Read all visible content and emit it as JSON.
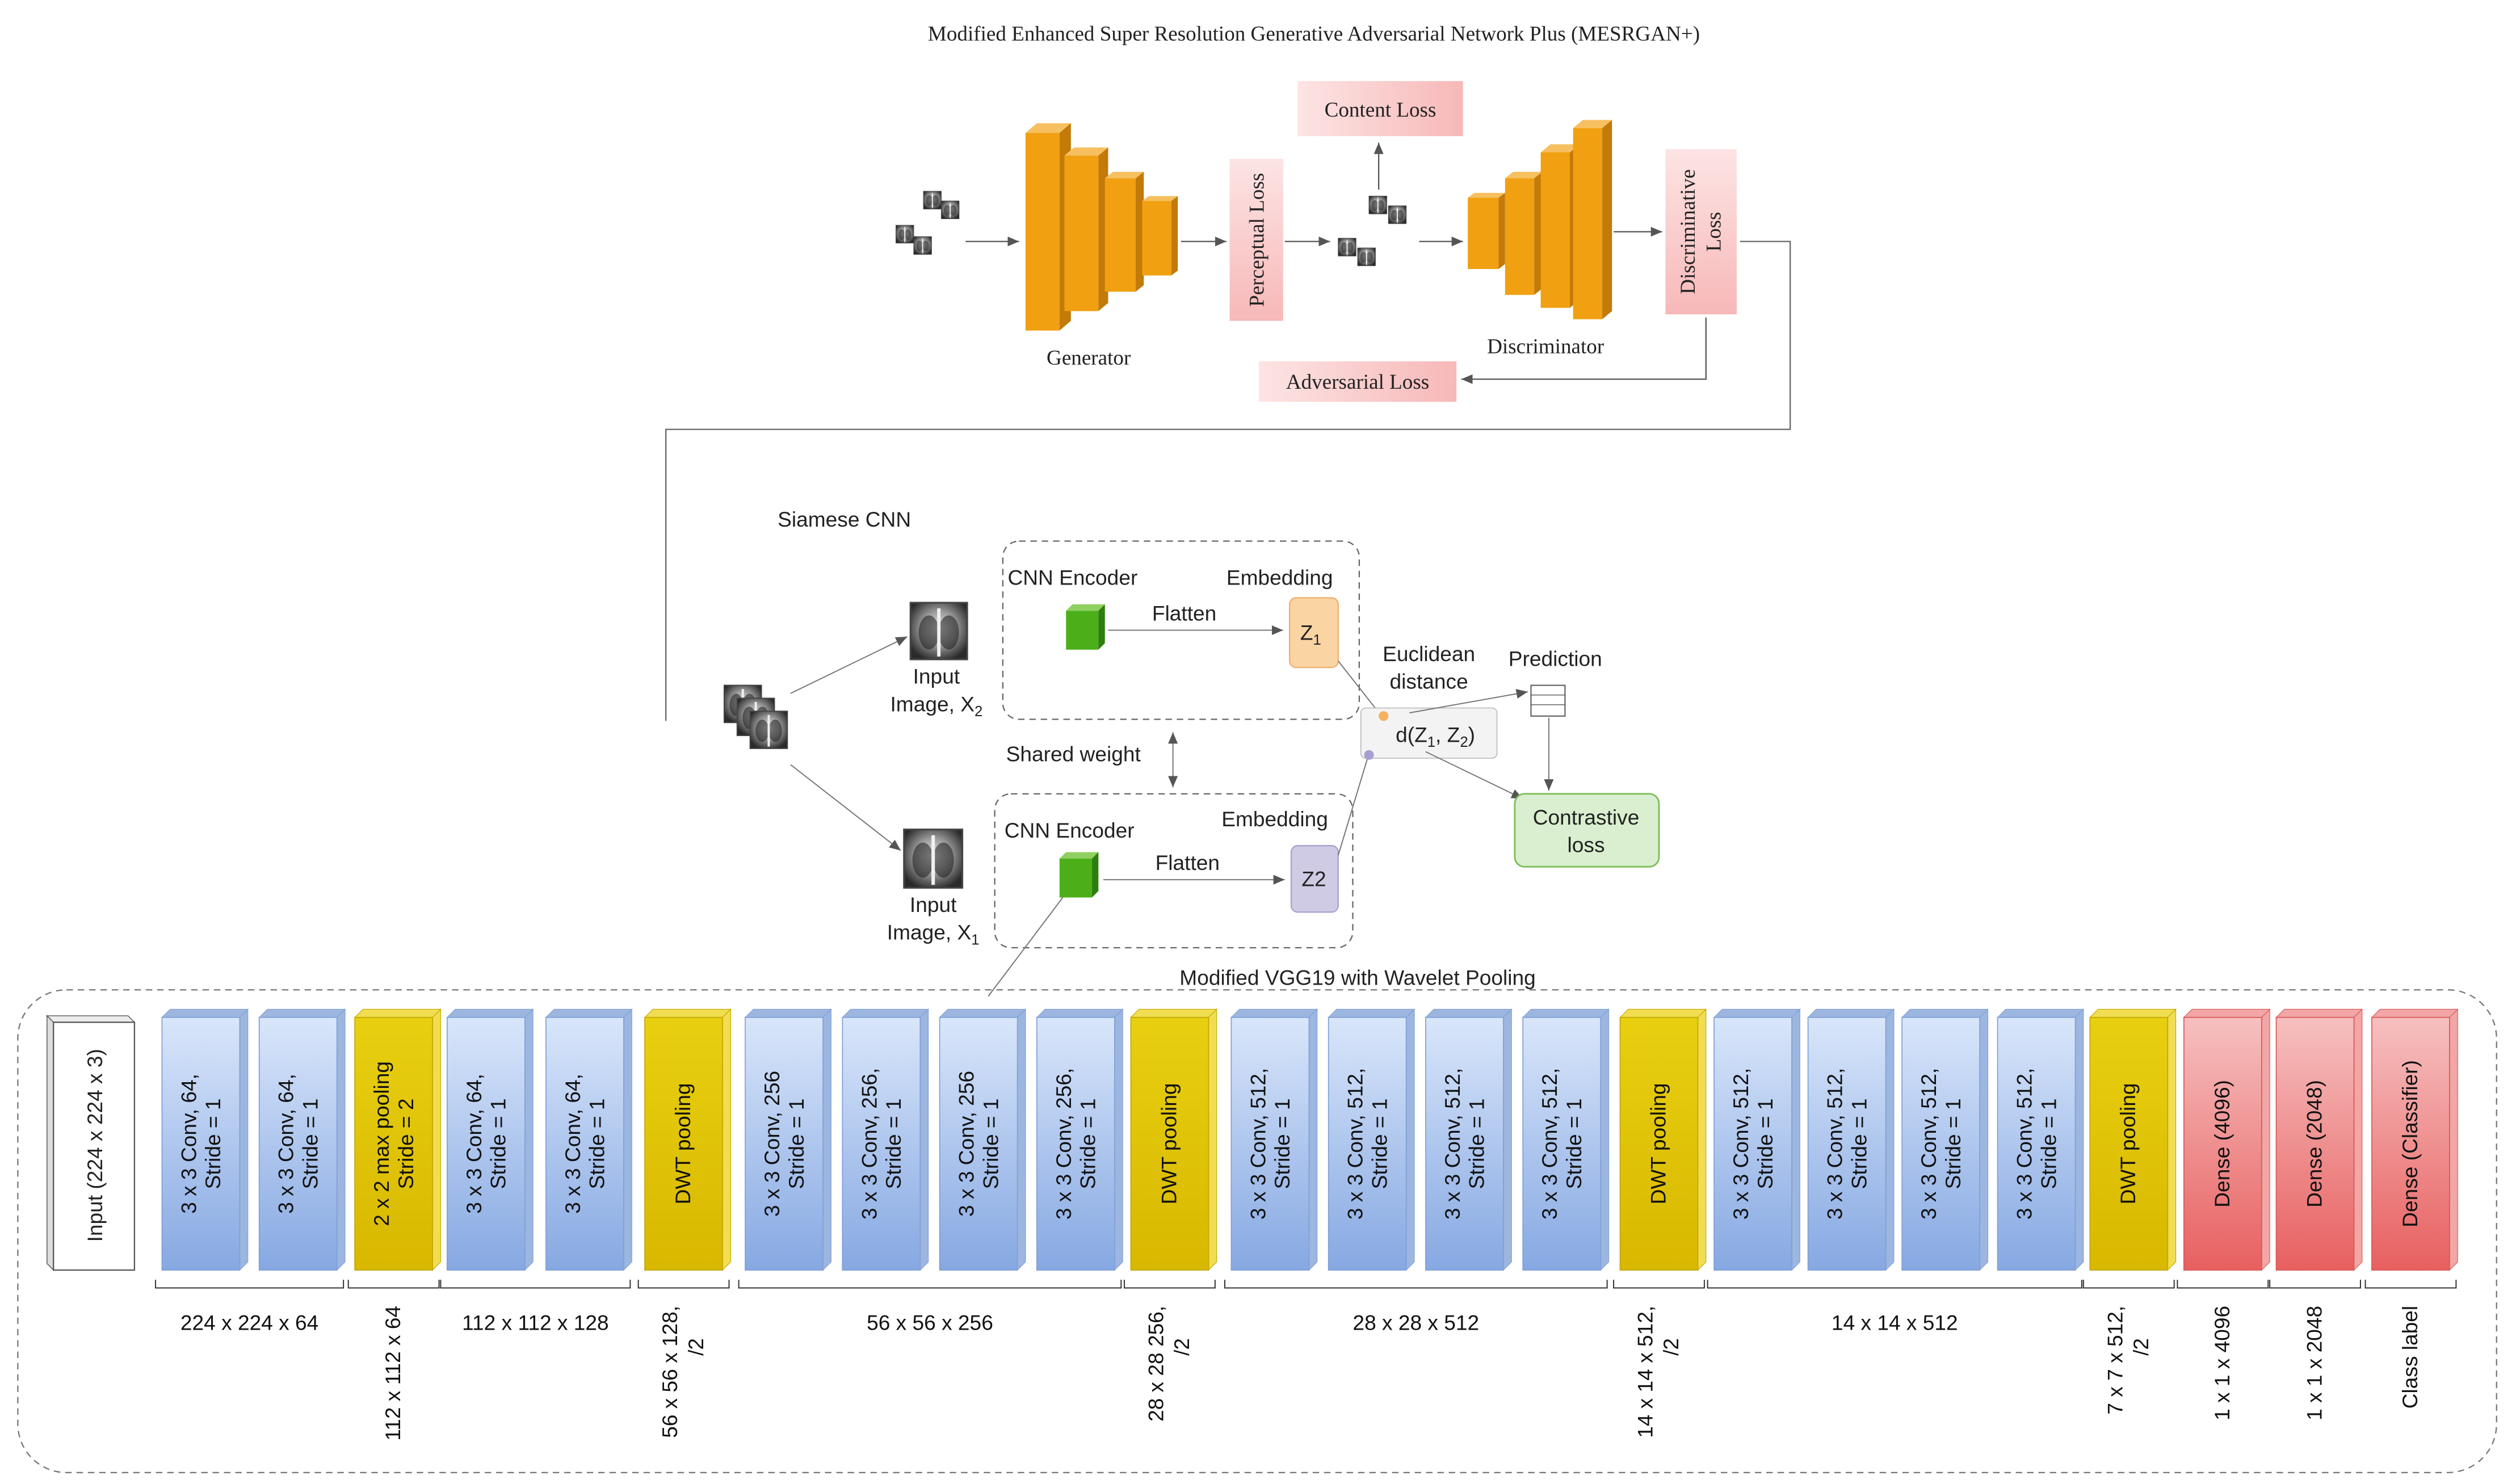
{
  "title": "Modified Enhanced Super Resolution Generative Adversarial Network Plus (MESRGAN+)",
  "gan": {
    "generator_label": "Generator",
    "discriminator_label": "Discriminator",
    "perceptual_loss": "Perceptual Loss",
    "content_loss": "Content Loss",
    "discriminative_loss_line1": "Discriminative",
    "discriminative_loss_line2": "Loss",
    "adversarial_loss": "Adversarial Loss"
  },
  "siamese": {
    "title": "Siamese CNN",
    "cnn_encoder_top": "CNN Encoder",
    "cnn_encoder_bottom": "CNN Encoder",
    "embedding_top": "Embedding",
    "embedding_bottom": "Embedding",
    "flatten_top": "Flatten",
    "flatten_bottom": "Flatten",
    "z1_base": "Z",
    "z1_sub": "1",
    "z2": "Z2",
    "input_x2_line1": "Input",
    "input_x2_line2": "Image, X",
    "input_x2_sub": "2",
    "input_x1_line1": "Input",
    "input_x1_line2": "Image, X",
    "input_x1_sub": "1",
    "shared_weight": "Shared weight",
    "euclidean_line1": "Euclidean",
    "euclidean_line2": "distance",
    "distance_d": "d(Z",
    "distance_sub1": "1",
    "distance_mid": ", Z",
    "distance_sub2": "2",
    "distance_end": ")",
    "prediction": "Prediction",
    "contrastive_line1": "Contrastive",
    "contrastive_line2": "loss"
  },
  "vgg": {
    "title": "Modified VGG19 with Wavelet Pooling",
    "input_block": "Input (224 x 224 x 3)",
    "blocks": [
      {
        "type": "conv",
        "l1": "3 x 3 Conv, 64,",
        "l2": "Stride = 1"
      },
      {
        "type": "conv",
        "l1": "3 x 3 Conv, 64,",
        "l2": "Stride = 1"
      },
      {
        "type": "pool",
        "l1": "2 x 2 max pooling",
        "l2": "Stride = 2"
      },
      {
        "type": "conv",
        "l1": "3 x 3 Conv, 64,",
        "l2": "Stride = 1"
      },
      {
        "type": "conv",
        "l1": "3 x 3 Conv, 64,",
        "l2": "Stride = 1"
      },
      {
        "type": "pool",
        "l1": "DWT pooling",
        "l2": ""
      },
      {
        "type": "conv",
        "l1": "3 x 3 Conv, 256",
        "l2": "Stride = 1"
      },
      {
        "type": "conv",
        "l1": "3 x 3 Conv, 256,",
        "l2": "Stride = 1"
      },
      {
        "type": "conv",
        "l1": "3 x 3 Conv, 256",
        "l2": "Stride = 1"
      },
      {
        "type": "conv",
        "l1": "3 x 3 Conv, 256,",
        "l2": "Stride = 1"
      },
      {
        "type": "pool",
        "l1": "DWT pooling",
        "l2": ""
      },
      {
        "type": "conv",
        "l1": "3 x 3 Conv, 512,",
        "l2": "Stride = 1"
      },
      {
        "type": "conv",
        "l1": "3 x 3 Conv, 512,",
        "l2": "Stride = 1"
      },
      {
        "type": "conv",
        "l1": "3 x 3 Conv, 512,",
        "l2": "Stride = 1"
      },
      {
        "type": "conv",
        "l1": "3 x 3 Conv, 512,",
        "l2": "Stride = 1"
      },
      {
        "type": "pool",
        "l1": "DWT pooling",
        "l2": ""
      },
      {
        "type": "conv",
        "l1": "3 x 3 Conv, 512,",
        "l2": "Stride = 1"
      },
      {
        "type": "conv",
        "l1": "3 x 3 Conv, 512,",
        "l2": "Stride = 1"
      },
      {
        "type": "conv",
        "l1": "3 x 3 Conv, 512,",
        "l2": "Stride = 1"
      },
      {
        "type": "conv",
        "l1": "3 x 3 Conv, 512,",
        "l2": "Stride = 1"
      },
      {
        "type": "pool",
        "l1": "DWT pooling",
        "l2": ""
      },
      {
        "type": "dense",
        "l1": "Dense (4096)",
        "l2": ""
      },
      {
        "type": "dense",
        "l1": "Dense (2048)",
        "l2": ""
      },
      {
        "type": "dense",
        "l1": "Dense (Classifier)",
        "l2": ""
      }
    ],
    "group_labels": [
      {
        "text": "224 x 224 x 64",
        "from": 0,
        "to": 1,
        "vertical": false
      },
      {
        "text": "112 x 112 x 64",
        "from": 2,
        "to": 2,
        "vertical": true
      },
      {
        "text": "112 x 112 x 128",
        "from": 3,
        "to": 4,
        "vertical": false
      },
      {
        "text": "56 x 56 x 128,",
        "text2": "/2",
        "from": 5,
        "to": 5,
        "vertical": true
      },
      {
        "text": "56 x 56 x 256",
        "from": 6,
        "to": 9,
        "vertical": false
      },
      {
        "text": "28 x 28 256,",
        "text2": "/2",
        "from": 10,
        "to": 10,
        "vertical": true
      },
      {
        "text": "28 x 28 x 512",
        "from": 11,
        "to": 14,
        "vertical": false
      },
      {
        "text": "14 x 14 x 512,",
        "text2": "/2",
        "from": 15,
        "to": 15,
        "vertical": true
      },
      {
        "text": "14 x 14 x 512",
        "from": 16,
        "to": 19,
        "vertical": false
      },
      {
        "text": "7 x 7 x 512,",
        "text2": "/2",
        "from": 20,
        "to": 20,
        "vertical": true
      },
      {
        "text": "1 x 1 x 4096",
        "from": 21,
        "to": 21,
        "vertical": true
      },
      {
        "text": "1 x 1 x 2048",
        "from": 22,
        "to": 22,
        "vertical": true
      },
      {
        "text": "Class label",
        "from": 23,
        "to": 23,
        "vertical": true
      }
    ]
  },
  "colors": {
    "orange": "#f0a010",
    "orange_dark": "#c27a08",
    "loss_pink": "#fbd0d0",
    "conv_blue": "#8fb0e4",
    "pool_yellow": "#e2c400",
    "dense_red": "#ec6f6f",
    "encoder_green": "#4caf1a",
    "z1_fill": "#fbd4a4",
    "z2_fill": "#cfcbe4",
    "contrastive_fill": "#d9efcf"
  }
}
